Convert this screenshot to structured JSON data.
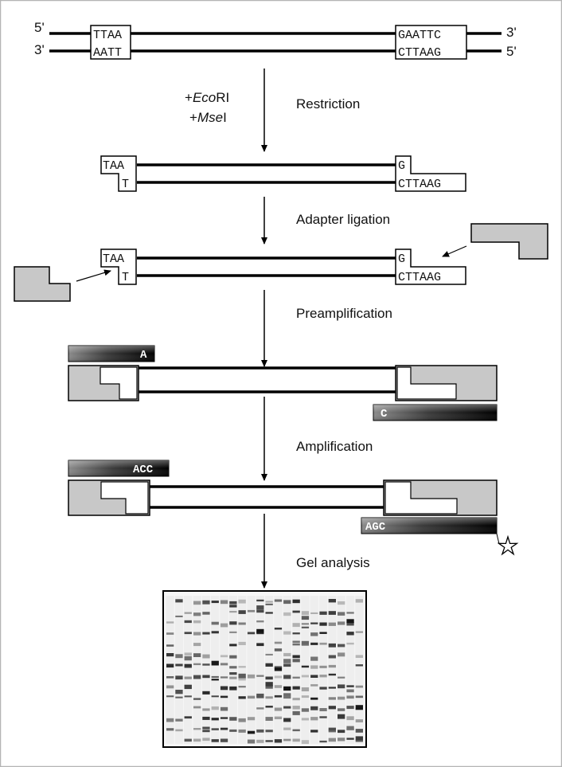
{
  "top": {
    "end_5_left": "5'",
    "end_3_left": "3'",
    "end_3_right": "3'",
    "end_5_right": "5'",
    "mse_top": "TTAA",
    "mse_bottom": "AATT",
    "eco_top": "GAATTC",
    "eco_bottom": "CTTAAG"
  },
  "enzymes": {
    "plus1": "+",
    "eco_italic": "Eco",
    "eco_rest": "RI",
    "plus2": "+",
    "mse_italic": "Mse",
    "mse_rest": "I"
  },
  "steps": {
    "restriction": "Restriction",
    "ligation": "Adapter ligation",
    "preamplification": "Preamplification",
    "amplification": "Amplification",
    "gel": "Gel analysis"
  },
  "fragment": {
    "left_top": "TAA",
    "left_bottom": "T",
    "right_top": "G",
    "right_bottom": "CTTAAG"
  },
  "primers": {
    "pre_eco": "A",
    "pre_mse": "C",
    "sel_eco": "ACC",
    "sel_mse": "AGC"
  },
  "colors": {
    "adapter_fill": "#c8c8c8",
    "line": "#000000",
    "frame": "#b4b4b4"
  },
  "gel_data": {
    "lanes": 22,
    "bands_per_lane": 14
  }
}
